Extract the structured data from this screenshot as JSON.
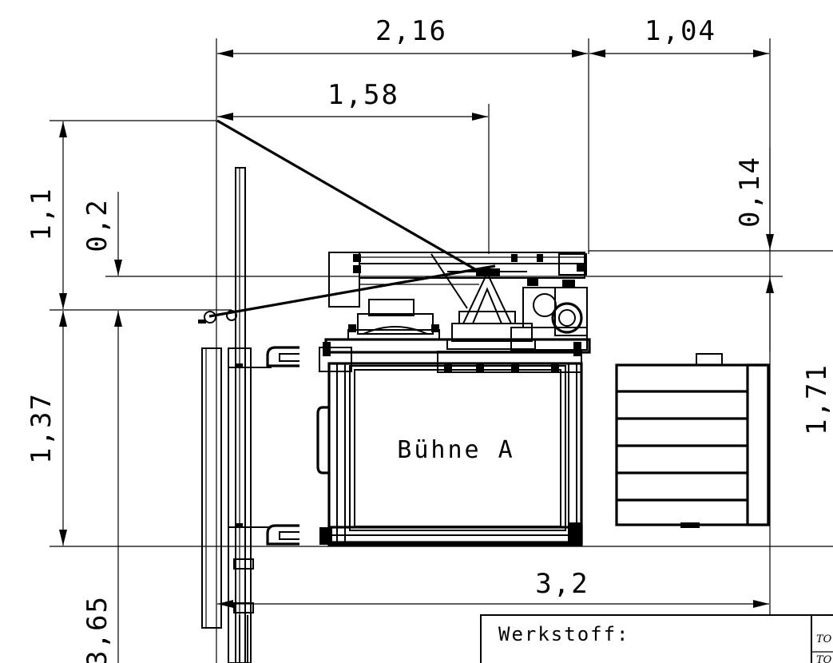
{
  "dimensions": {
    "top_total": "2,16",
    "top_right": "1,04",
    "upper_span": "1,58",
    "left_upper": "1,1",
    "left_small": "0,2",
    "right_small": "0,14",
    "left_lower": "1,37",
    "right_lower": "1,71",
    "bottom_width": "3,2",
    "left_total": "3,65"
  },
  "labels": {
    "stage": "Bühne A"
  },
  "title_block": {
    "material_label": "Werkstoff:",
    "right_cell_1": "TO",
    "right_cell_2": "TO"
  }
}
